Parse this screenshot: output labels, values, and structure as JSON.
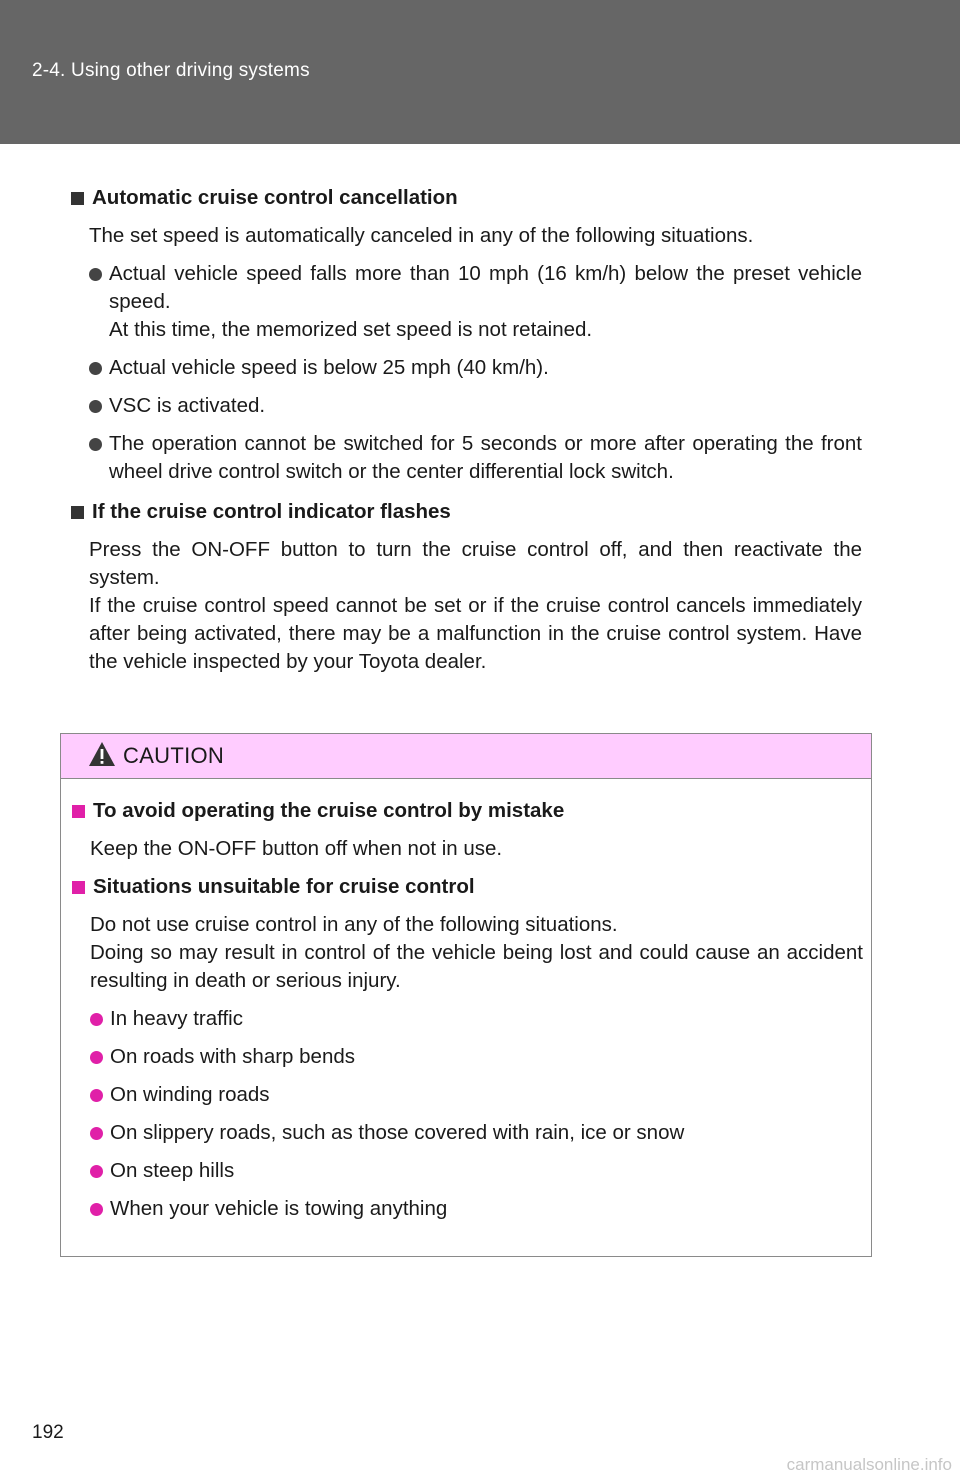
{
  "header": {
    "section": "2-4. Using other driving systems"
  },
  "sections": {
    "cancellation": {
      "title": "Automatic cruise control cancellation",
      "intro": "The set speed is automatically canceled in any of the following situations.",
      "items": [
        "Actual vehicle speed falls more than 10 mph (16 km/h) below the preset vehicle speed.",
        "At this time, the memorized set speed is not retained.",
        "Actual vehicle speed is below 25 mph (40 km/h).",
        "VSC is activated.",
        "The operation cannot be switched for 5 seconds or more after operating the front wheel drive control switch or the center differential lock switch."
      ]
    },
    "indicator": {
      "title": "If the cruise control indicator flashes",
      "p1": "Press the ON-OFF button to turn the cruise control off, and then reactivate the system.",
      "p2": "If the cruise control speed cannot be set or if the cruise control cancels immediately after being activated, there may be a malfunction in the cruise control system. Have the vehicle inspected by your Toyota dealer."
    }
  },
  "caution": {
    "label": "CAUTION",
    "mistake": {
      "title": "To avoid operating the cruise control by mistake",
      "text": "Keep the ON-OFF button off when not in use."
    },
    "unsuitable": {
      "title": "Situations unsuitable for cruise control",
      "p1": "Do not use cruise control in any of the following situations.",
      "p2": "Doing so may result in control of the vehicle being lost and could cause an accident resulting in death or serious injury.",
      "items": [
        "In heavy traffic",
        "On roads with sharp bends",
        "On winding roads",
        "On slippery roads, such as those covered with rain, ice or snow",
        "On steep hills",
        "When your vehicle is towing anything"
      ]
    },
    "accent_color": "#e020a8",
    "header_bg": "#ffccff"
  },
  "footer": {
    "page_number": "192",
    "watermark": "carmanualsonline.info"
  }
}
